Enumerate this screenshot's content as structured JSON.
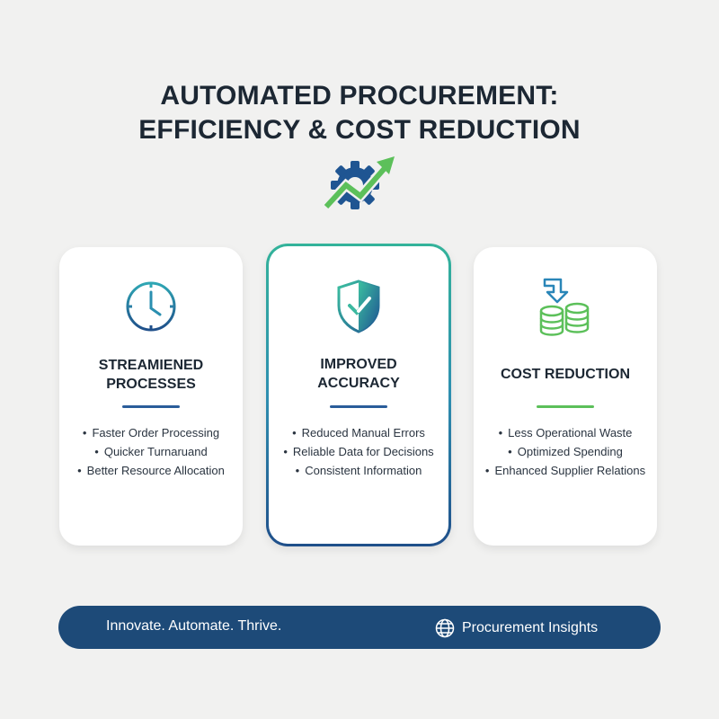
{
  "header": {
    "title_line1": "AUTOMATED PROCUREMENT:",
    "title_line2": "EFFICIENCY & COST REDUCTION",
    "hero_icon": "gear-with-growth-arrow-icon"
  },
  "cards": [
    {
      "icon": "clock-icon",
      "title_line1": "STREAMIENED",
      "title_line2": "PROCESSES",
      "divider_color": "#2a5d9a",
      "bullets": [
        "Faster Order Processing",
        "Quicker Turnaruand",
        "Better Resource Allocation"
      ]
    },
    {
      "icon": "shield-check-icon",
      "title_line1": "IMPROVED",
      "title_line2": "ACCURACY",
      "divider_color": "#2a5d9a",
      "highlighted": true,
      "bullets": [
        "Reduced Manual Errors",
        "Reliable Data for Decisions",
        "Consistent Information"
      ]
    },
    {
      "icon": "coins-down-arrow-icon",
      "title_line1": "COST REDUCTION",
      "divider_color": "#5cc05a",
      "bullets": [
        "Less Operational Waste",
        "Optimized Spending",
        "Enhanced Supplier Relations"
      ]
    }
  ],
  "footer": {
    "tagline": "Innovate. Automate. Thrive.",
    "brand": "Procurement Insights",
    "brand_icon": "globe-icon",
    "background": "#1d4a78"
  },
  "colors": {
    "navy": "#1d4a78",
    "green": "#5cc05a",
    "teal": "#33b39a"
  }
}
